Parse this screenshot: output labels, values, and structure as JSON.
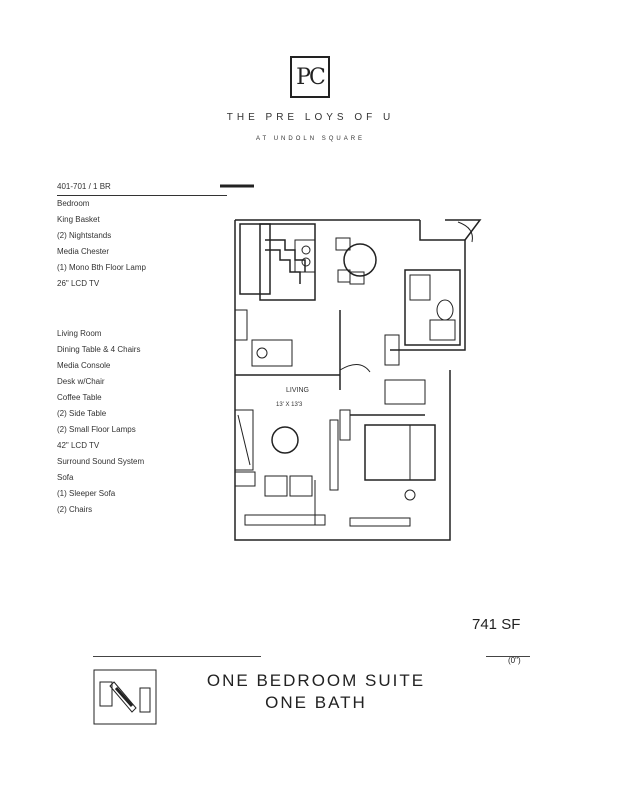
{
  "brand": {
    "logo_text": "PC",
    "name": "THE PRE LOYS OF U",
    "subtitle": "AT UNDOLN SQUARE"
  },
  "unit": {
    "title": "401-701 / 1 BR",
    "bedroom": [
      "Bedroom",
      "King Basket",
      "(2) Nightstands",
      "Media Chester",
      "(1) Mono Bth Floor Lamp",
      "26\" LCD TV"
    ],
    "living": [
      "Living Room",
      "Dining Table & 4 Chairs",
      "Media Console",
      "Desk w/Chair",
      "Coffee Table",
      "(2) Side Table",
      "(2) Small Floor Lamps",
      "42\" LCD TV",
      "Surround Sound System",
      "Sofa",
      "(1) Sleeper Sofa",
      "(2) Chairs"
    ]
  },
  "plan": {
    "room_label": "LIVING",
    "room_dim": "13' X 13'3"
  },
  "footer": {
    "sqft": "741 SF",
    "scale": "(0\")",
    "title_line1": "ONE BEDROOM SUITE",
    "title_line2": "ONE BATH"
  }
}
